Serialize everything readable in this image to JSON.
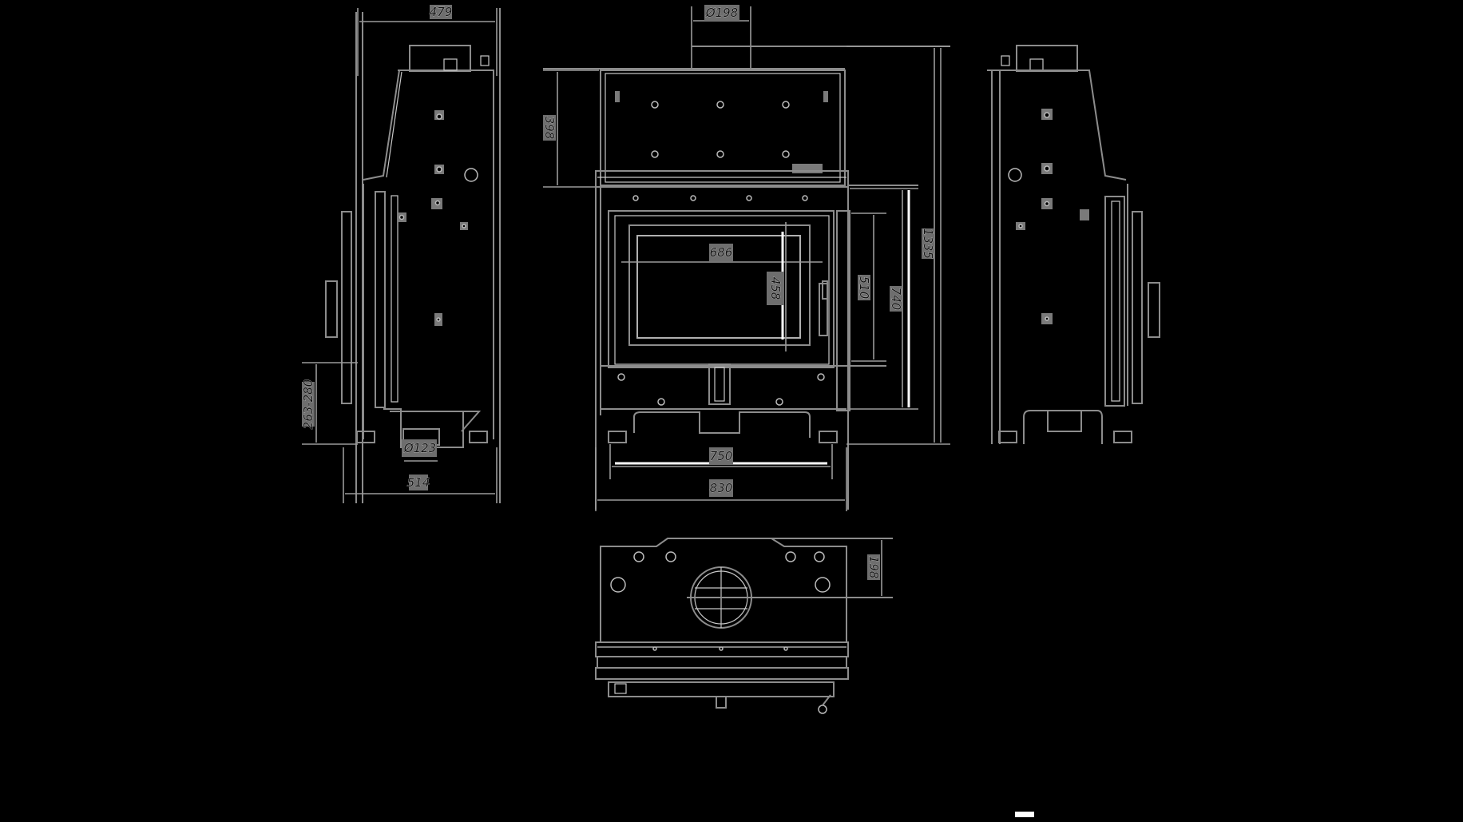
{
  "drawing": {
    "subject": "fireplace insert technical drawing",
    "views": [
      {
        "name": "side-view-left",
        "label": ""
      },
      {
        "name": "front-view",
        "label": ""
      },
      {
        "name": "side-view-right",
        "label": ""
      },
      {
        "name": "top-view",
        "label": ""
      }
    ],
    "colors": {
      "background": "#000000",
      "lines": "#8c8c8c",
      "highlight": "#ffffff"
    }
  },
  "dimensions": {
    "side_depth_top": "479",
    "flue_diameter": "Ø198",
    "top_section_height": "398",
    "glass_width": "686",
    "glass_height": "458",
    "door_opening_height": "510",
    "front_height_lower": "740",
    "total_height": "1335",
    "leg_height_range": "263-280",
    "air_inlet_diameter": "Ø123",
    "base_depth": "514",
    "inner_width": "750",
    "total_width": "830",
    "top_view_flue_offset": "198"
  }
}
